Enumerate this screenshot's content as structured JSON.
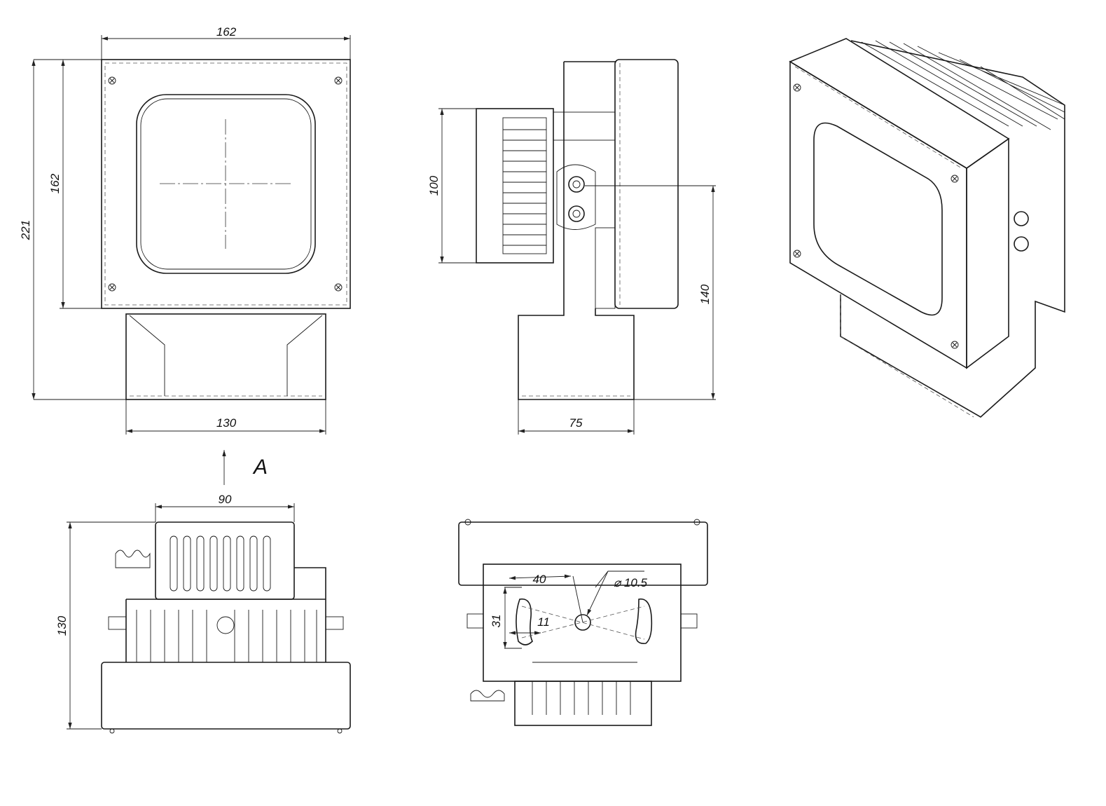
{
  "front_view": {
    "width_top": "162",
    "height_plate": "162",
    "height_total": "221",
    "base_width": "130"
  },
  "side_view": {
    "heatsink_height": "100",
    "mount_height": "140",
    "base_depth": "75"
  },
  "view_marker": {
    "label": "A"
  },
  "bottom_left_view": {
    "box_width": "90",
    "height": "130"
  },
  "bottom_right_view": {
    "hole_spacing": "40",
    "hole_diameter": "⌀ 10.5",
    "slot_height": "31",
    "slot_width": "11"
  },
  "colors": {
    "line": "#1a1a1a",
    "background": "#ffffff"
  }
}
